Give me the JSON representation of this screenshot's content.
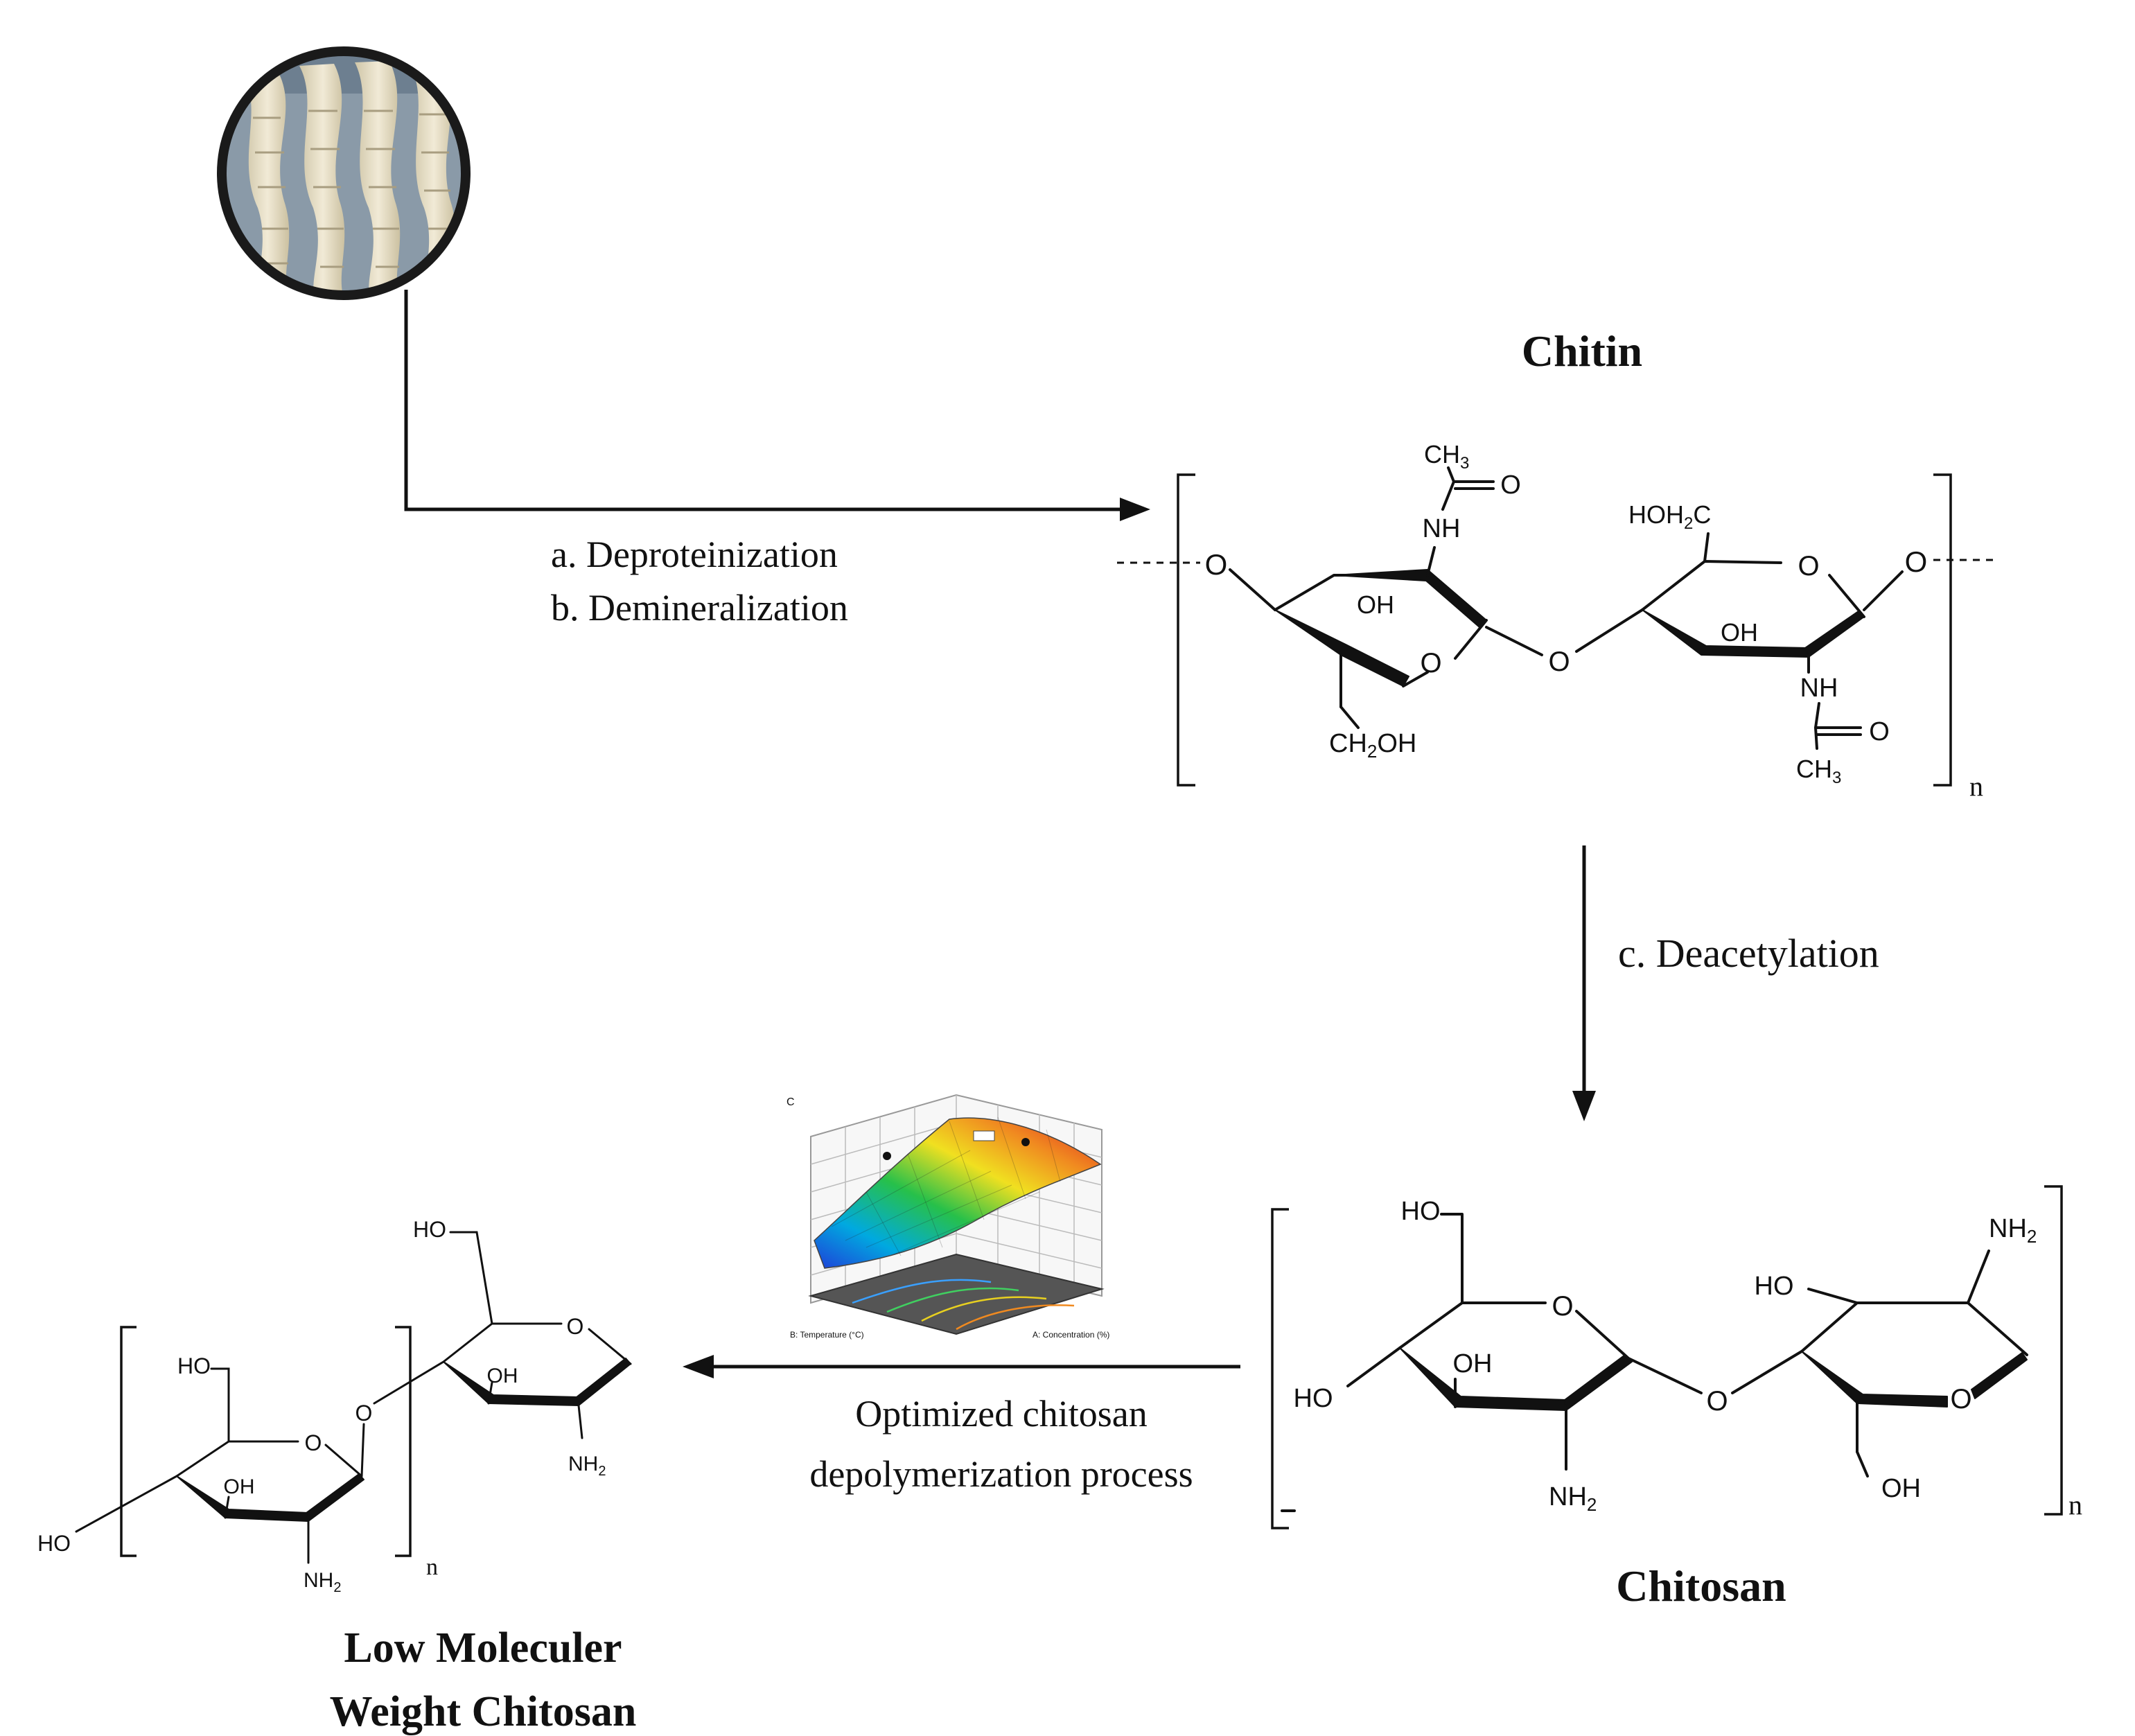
{
  "source": {
    "image_name": "shrimp-shell-photo"
  },
  "titles": {
    "chitin": "Chitin",
    "chitosan": "Chitosan",
    "lmw_line1": "Low Moleculer",
    "lmw_line2": "Weight Chitosan"
  },
  "steps": {
    "a": "a.  Deproteinization",
    "b": "b.  Demineralization",
    "c": "c.  Deacetylation",
    "d_line1": "Optimized chitosan",
    "d_line2": "depolymerization process"
  },
  "chitin_labels": {
    "ch3_top_main": "CH",
    "ch3_top_sub": "3",
    "o_carbonyl_top": "O",
    "nh_top": "NH",
    "hoh2c_main": "HOH",
    "hoh2c_sub": "2",
    "hoh2c_end": "C",
    "o_ring_right": "O",
    "o_left": "O",
    "o_right": "O",
    "oh_ring1": "OH",
    "o_ring1": "O",
    "o_glyc": "O",
    "oh_ring2": "OH",
    "nh_bottom": "NH",
    "o_carbonyl_bottom": "O",
    "ch2oh_main": "CH",
    "ch2oh_sub": "2",
    "ch2oh_end": "OH",
    "ch3_bottom_main": "CH",
    "ch3_bottom_sub": "3",
    "n": "n"
  },
  "chitosan_labels": {
    "ho_top": "HO",
    "o_ring1": "O",
    "ho_left": "HO",
    "oh_ring1": "OH",
    "nh2_bottom_main": "NH",
    "nh2_bottom_sub": "2",
    "o_glyc": "O",
    "ho_ring2": "HO",
    "nh2_top_main": "NH",
    "nh2_top_sub": "2",
    "o_ring2": "O",
    "oh_bottom": "OH",
    "n": "n"
  },
  "lmw_labels": {
    "ho_top_right": "HO",
    "o_ring_right": "O",
    "oh_ring_right": "OH",
    "nh2_right_main": "NH",
    "nh2_right_sub": "2",
    "ho_top_left": "HO",
    "o_ring_left": "O",
    "o_glyc": "O",
    "oh_ring_left": "OH",
    "ho_left": "HO",
    "nh2_left_main": "NH",
    "nh2_left_sub": "2",
    "n": "n"
  },
  "thumbnail_plot": {
    "type": "response-surface-3d",
    "z_axis_label": "C",
    "x_axis_label": "B: Temperature (°C)",
    "y_axis_label": "A: Concentration (%)",
    "colormap": [
      "#1f3fd8",
      "#00a9e0",
      "#27c04a",
      "#f0e020",
      "#f08a20",
      "#e02020"
    ],
    "floor_color": "#555555",
    "contour_colors": [
      "#3aa0ff",
      "#40d060",
      "#e8d020",
      "#f08a20"
    ]
  },
  "colors": {
    "ink": "#111111",
    "photo_ring": "#1a1a1a",
    "shrimp_body": "#e8dfc4",
    "photo_background": "#8a9aa8"
  }
}
